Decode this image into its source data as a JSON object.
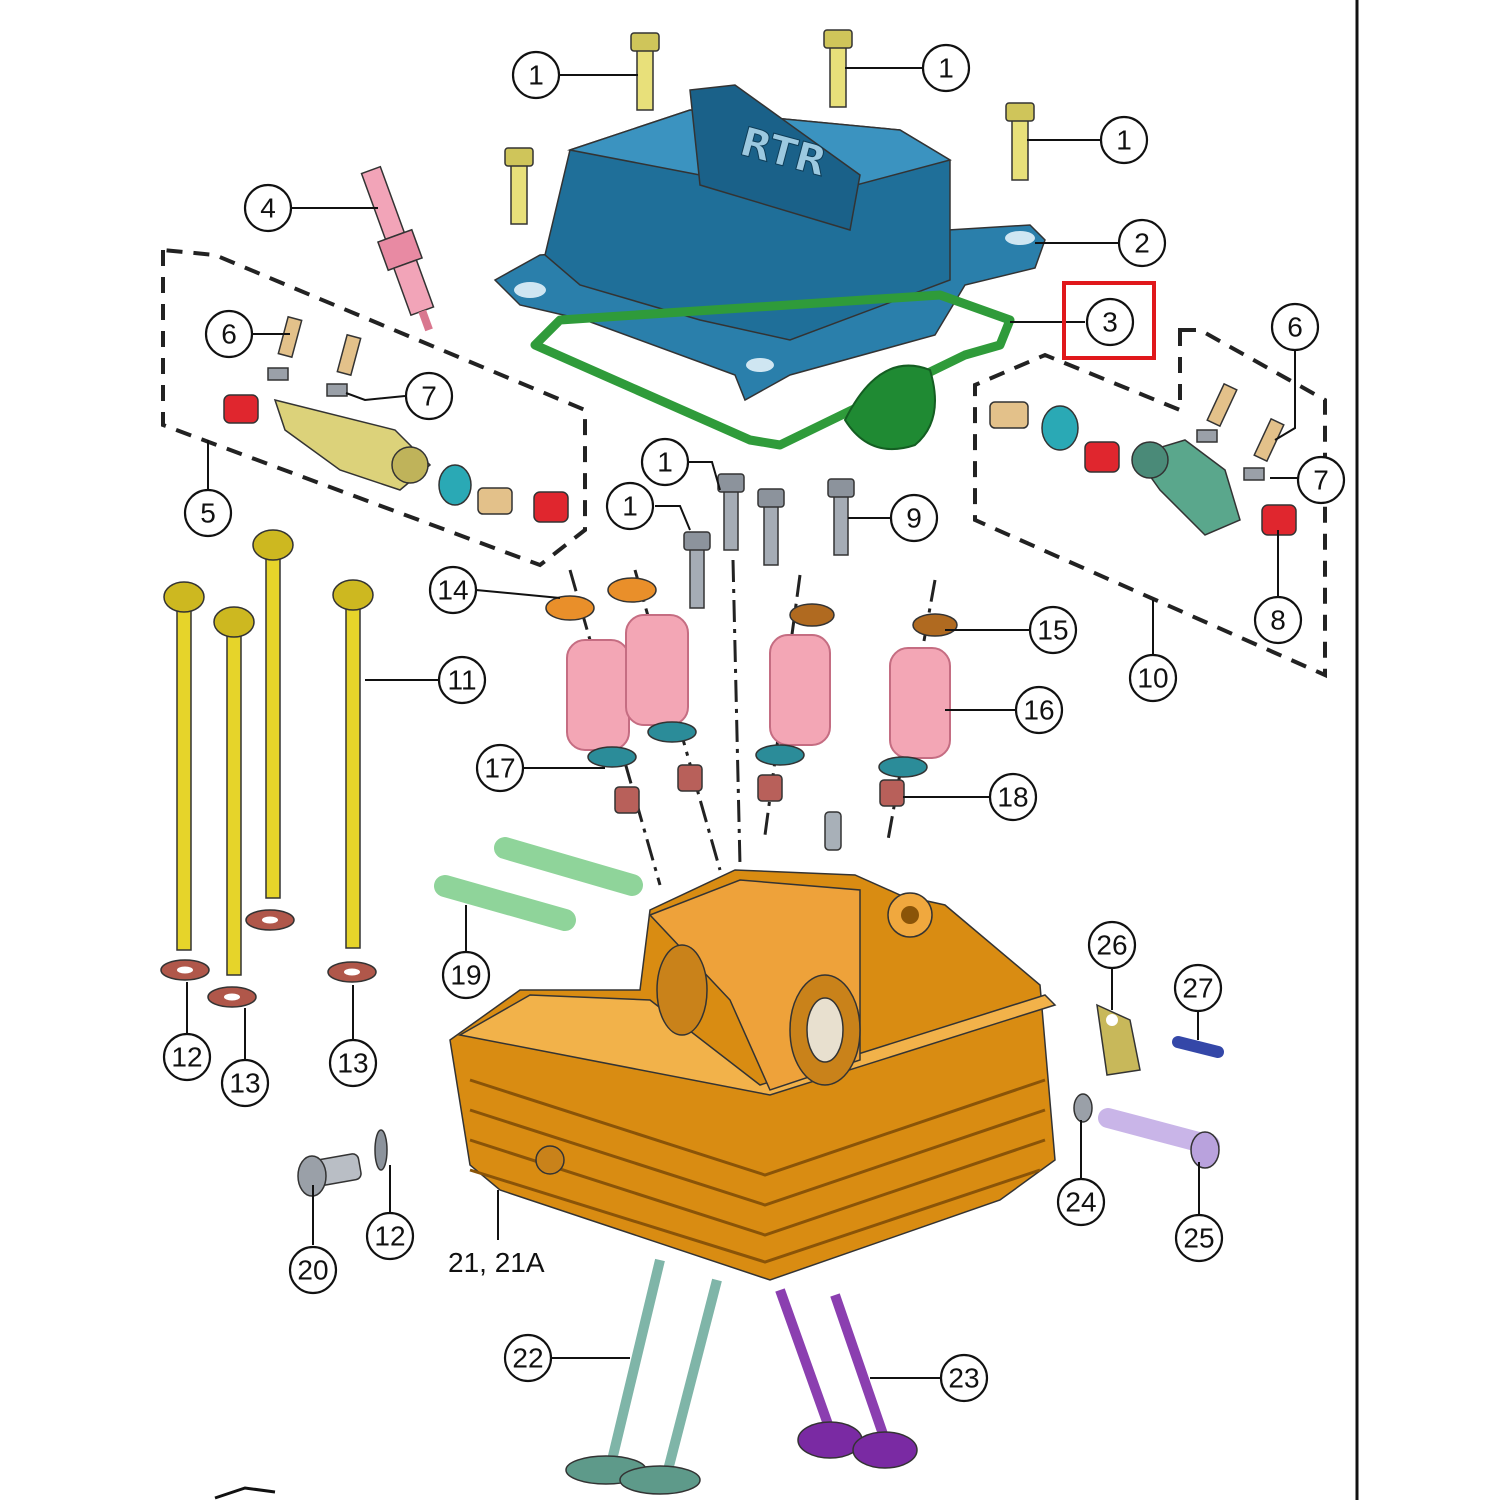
{
  "diagram": {
    "callouts": {
      "c1a": "1",
      "c1b": "1",
      "c1c": "1",
      "c1d": "1",
      "c1e": "1",
      "c2": "2",
      "c3": "3",
      "c4": "4",
      "c5": "5",
      "c6a": "6",
      "c6b": "6",
      "c7a": "7",
      "c7b": "7",
      "c8": "8",
      "c9": "9",
      "c10": "10",
      "c11": "11",
      "c12a": "12",
      "c12b": "12",
      "c13a": "13",
      "c13b": "13",
      "c14": "14",
      "c15": "15",
      "c16": "16",
      "c17": "17",
      "c18": "18",
      "c19": "19",
      "c20": "20",
      "c22": "22",
      "c23": "23",
      "c24": "24",
      "c25": "25",
      "c26": "26",
      "c27": "27"
    },
    "label_21": "21, 21A",
    "cover_logo": "RTR",
    "highlight_color": "#e0181b"
  }
}
